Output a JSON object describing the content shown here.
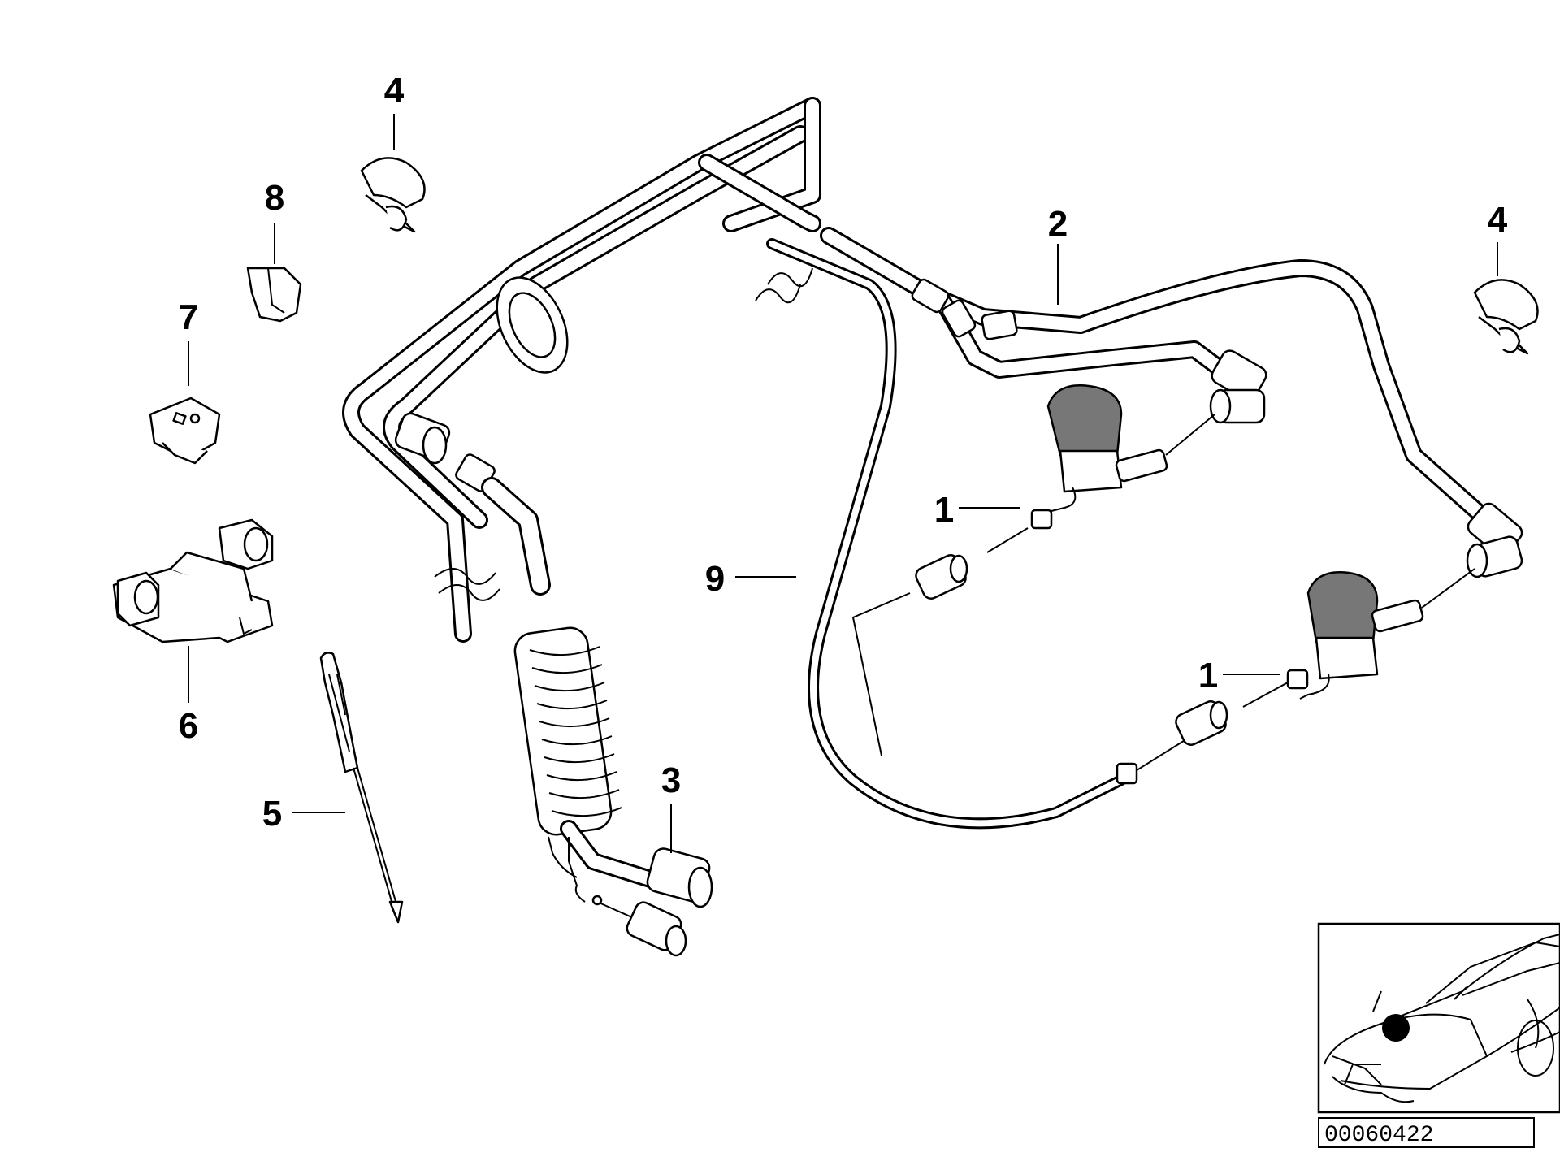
{
  "callouts": [
    {
      "label": "4"
    },
    {
      "label": "8"
    },
    {
      "label": "7"
    },
    {
      "label": "6"
    },
    {
      "label": "5"
    },
    {
      "label": "3"
    },
    {
      "label": "9"
    },
    {
      "label": "2"
    },
    {
      "label": "1"
    },
    {
      "label": "1"
    },
    {
      "label": "4"
    }
  ],
  "inset": {
    "reference_code": "00060422"
  }
}
